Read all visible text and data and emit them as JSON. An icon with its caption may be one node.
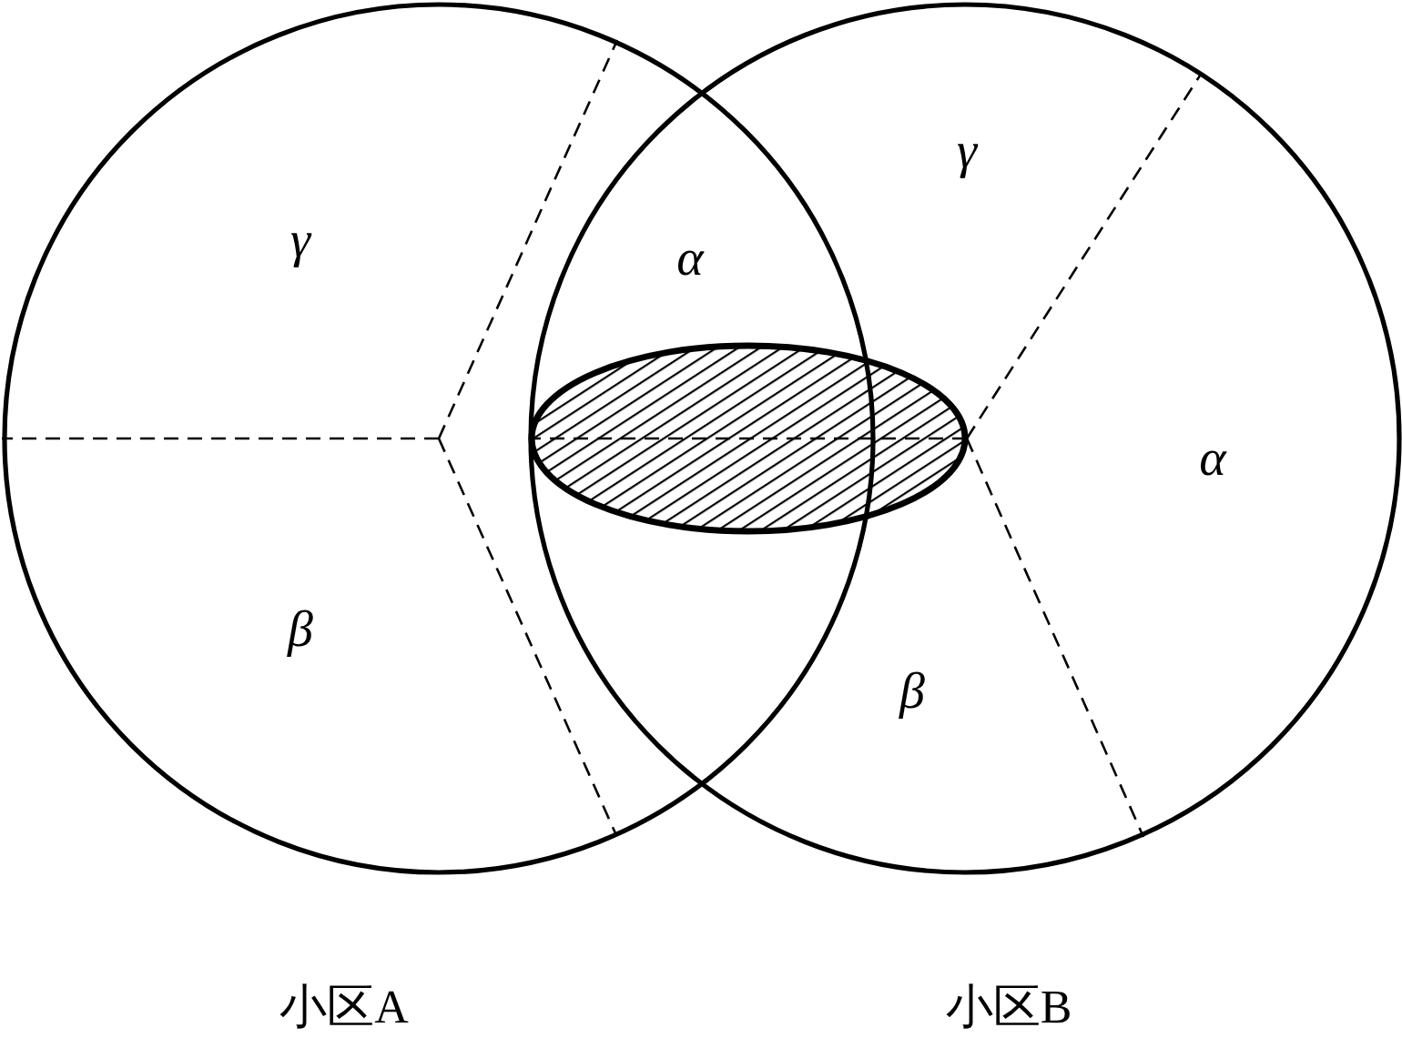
{
  "diagram": {
    "nodes": [
      {
        "text": [
          "小区A"
        ]
      },
      {
        "text": [
          "小区B"
        ]
      },
      {
        "text": [],
        "shape": "ellipse",
        "in": 1
      }
    ],
    "labels": [
      "γ",
      "γ",
      "α",
      "α",
      "β",
      "β"
    ]
  }
}
